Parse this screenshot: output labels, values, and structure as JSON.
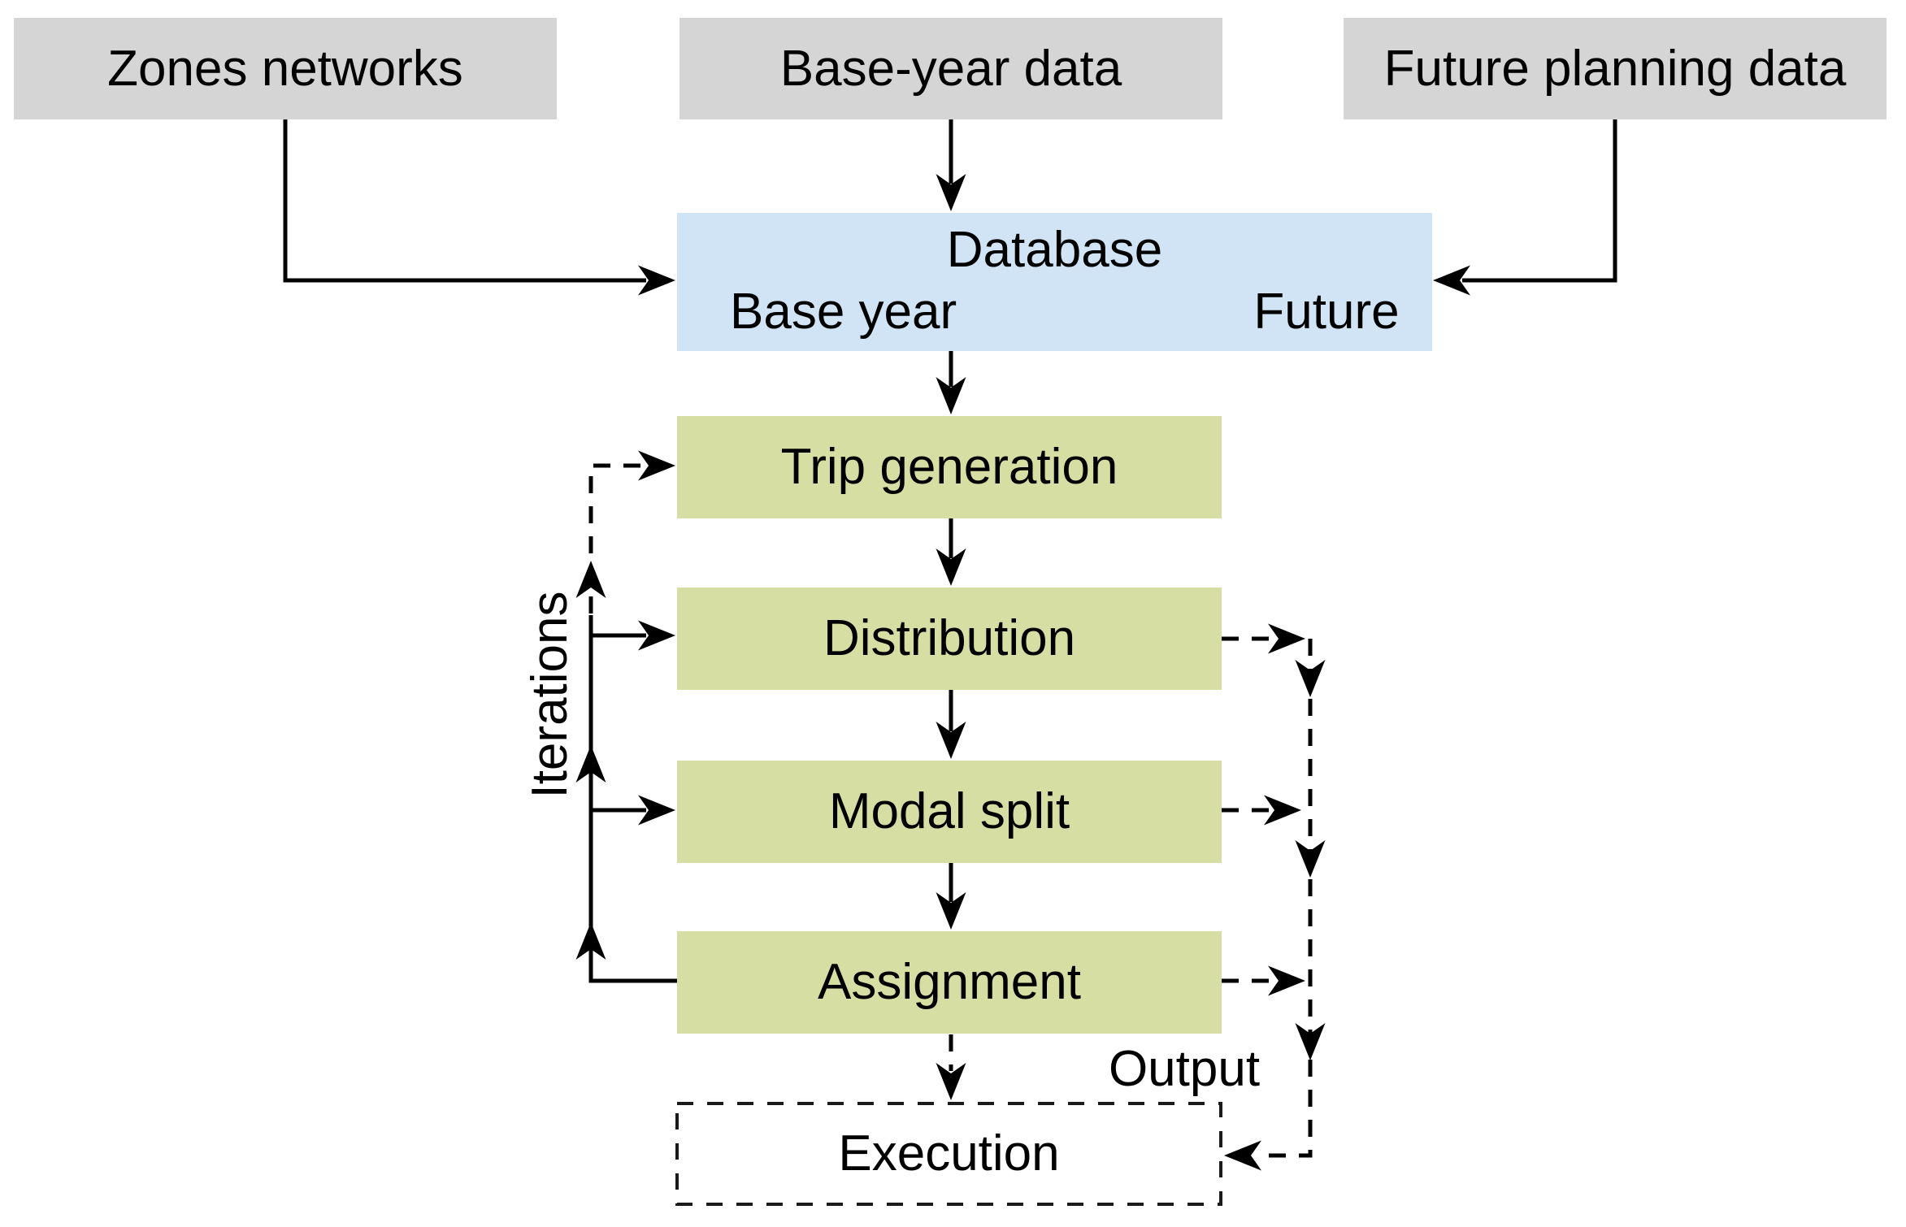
{
  "diagram": {
    "nodes": {
      "zones_networks": {
        "label": "Zones networks"
      },
      "base_year_data": {
        "label": "Base-year data"
      },
      "future_planning_data": {
        "label": "Future planning data"
      },
      "database": {
        "label": "Database",
        "left_label": "Base year",
        "right_label": "Future"
      },
      "trip_generation": {
        "label": "Trip generation"
      },
      "distribution": {
        "label": "Distribution"
      },
      "modal_split": {
        "label": "Modal split"
      },
      "assignment": {
        "label": "Assignment"
      },
      "execution": {
        "label": "Execution"
      }
    },
    "annotations": {
      "iterations": "Iterations",
      "output": "Output"
    },
    "colors": {
      "gray_box": "#d5d5d5",
      "blue_box": "#d0e4f5",
      "green_box": "#d6dea4",
      "line": "#000000",
      "text": "#000000",
      "background": "#ffffff"
    }
  }
}
